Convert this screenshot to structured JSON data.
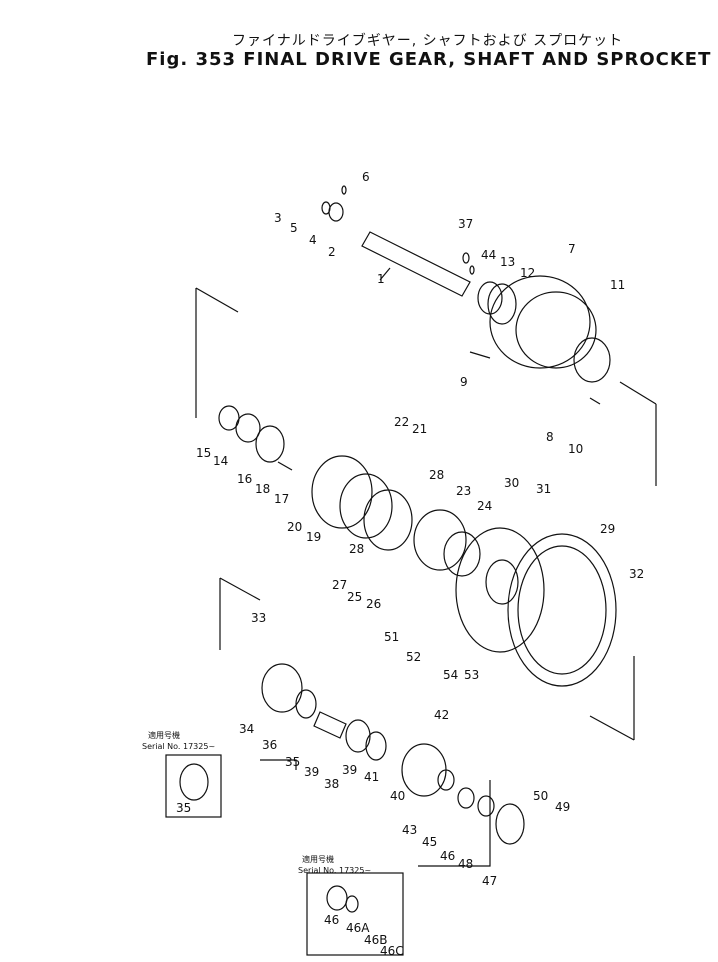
{
  "title_jp": "ファイナルドライブギヤー, シャフトおよび スプロケット",
  "title_en": "Fig. 353 FINAL DRIVE GEAR, SHAFT AND SPROCKET",
  "serial": {
    "jp": "適用号機",
    "en": "Serial No. 17325~"
  },
  "callouts": [
    "1",
    "2",
    "3",
    "4",
    "5",
    "6",
    "7",
    "8",
    "9",
    "10",
    "11",
    "12",
    "13",
    "14",
    "15",
    "16",
    "17",
    "18",
    "19",
    "20",
    "21",
    "22",
    "23",
    "24",
    "25",
    "26",
    "27",
    "28",
    "28",
    "29",
    "30",
    "31",
    "32",
    "33",
    "34",
    "35",
    "35",
    "36",
    "37",
    "38",
    "39",
    "39",
    "40",
    "41",
    "42",
    "43",
    "44",
    "45",
    "46",
    "46",
    "46A",
    "46B",
    "46C",
    "47",
    "48",
    "49",
    "50",
    "51",
    "52",
    "53",
    "54"
  ]
}
